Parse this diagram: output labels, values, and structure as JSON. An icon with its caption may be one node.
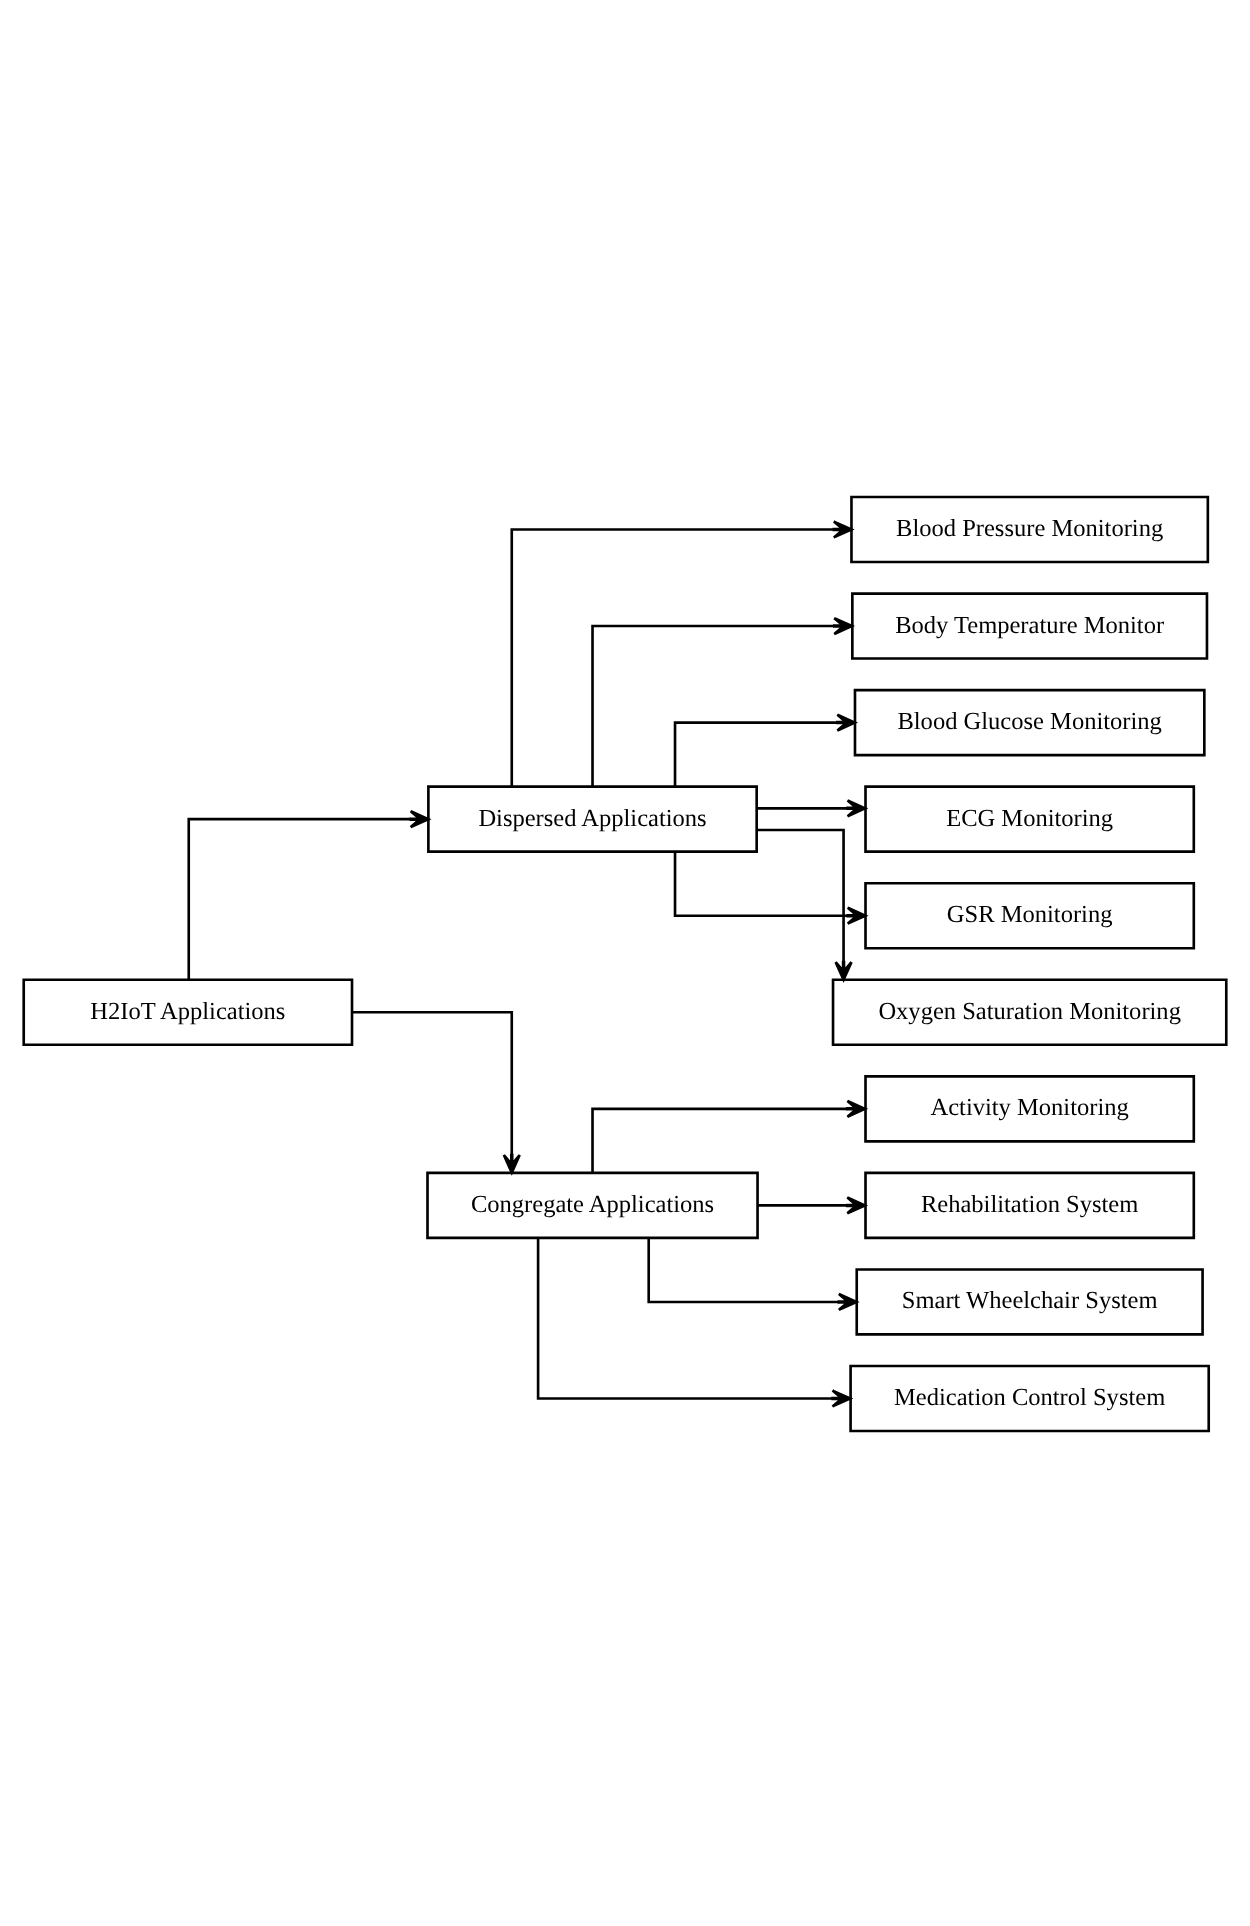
{
  "diagram": {
    "nodes": [
      {
        "text": [
          "H2IoT Applications"
        ]
      },
      {
        "text": [
          "Dispersed Applications"
        ]
      },
      {
        "text": [
          "Congregate Applications"
        ]
      },
      {
        "text": [
          "Blood Pressure Monitoring"
        ]
      },
      {
        "text": [
          "Body Temperature Monitor"
        ]
      },
      {
        "text": [
          "Blood Glucose Monitoring"
        ]
      },
      {
        "text": [
          "ECG Monitoring"
        ]
      },
      {
        "text": [
          "GSR Monitoring"
        ]
      },
      {
        "text": [
          "Oxygen Saturation Monitoring"
        ]
      },
      {
        "text": [
          "Activity Monitoring"
        ]
      },
      {
        "text": [
          "Rehabilitation System"
        ]
      },
      {
        "text": [
          "Smart Wheelchair System"
        ]
      },
      {
        "text": [
          "Medication Control System"
        ]
      }
    ],
    "edges": [
      {
        "from": 0,
        "to": 1,
        "arrow": "to"
      },
      {
        "from": 0,
        "to": 2,
        "arrow": "to"
      },
      {
        "from": 1,
        "to": 3,
        "arrow": "to"
      },
      {
        "from": 1,
        "to": 4,
        "arrow": "to"
      },
      {
        "from": 1,
        "to": 5,
        "arrow": "to"
      },
      {
        "from": 1,
        "to": 6,
        "arrow": "to"
      },
      {
        "from": 1,
        "to": 7,
        "arrow": "to"
      },
      {
        "from": 1,
        "to": 8,
        "arrow": "to"
      },
      {
        "from": 2,
        "to": 9,
        "arrow": "to"
      },
      {
        "from": 2,
        "to": 10,
        "arrow": "to"
      },
      {
        "from": 2,
        "to": 11,
        "arrow": "to"
      },
      {
        "from": 2,
        "to": 12,
        "arrow": "to"
      }
    ]
  }
}
